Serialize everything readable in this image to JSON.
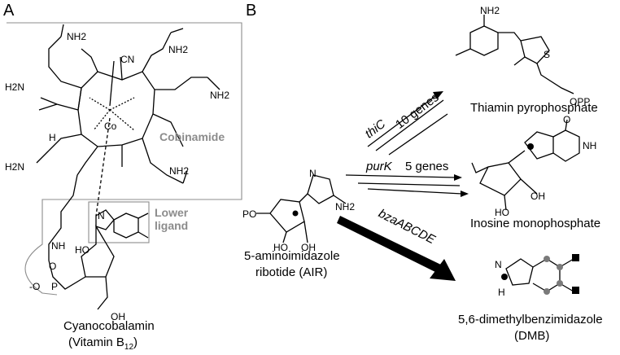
{
  "panels": {
    "a": "A",
    "b": "B"
  },
  "left": {
    "cobinamide_label": "Cobinamide",
    "lower_label_1": "Lower",
    "lower_label_2": "ligand",
    "caption_1": "Cyanocobalamin",
    "caption_2": "(Vitamin B",
    "caption_sub": "12",
    "caption_end": ")",
    "atoms": {
      "nh2": "NH2",
      "cn": "CN",
      "co": "Co",
      "n": "N",
      "h": "H",
      "o": "O",
      "oh": "OH",
      "p": "P",
      "o_minus": "-O",
      "h2n": "H2N",
      "ho": "HO",
      "nh": "NH"
    }
  },
  "right": {
    "air_caption_1": "5-aminoimidazole",
    "air_caption_2": "ribotide (AIR)",
    "thiamin": "Thiamin pyrophosphate",
    "imp": "Inosine monophosphate",
    "dmb_1": "5,6-dimethylbenzimidazole",
    "dmb_2": "(DMB)",
    "arrow_thic_gene": "thiC",
    "arrow_thic_count": "10 genes",
    "arrow_purk_gene": "purK",
    "arrow_purk_count": "5 genes",
    "arrow_bza_gene": "bzaABCDE",
    "atoms": {
      "po": "PO",
      "opp": "OPP",
      "nh2": "NH2",
      "ho": "HO",
      "oh": "OH",
      "o": "O",
      "n": "N",
      "s": "S",
      "nh": "NH",
      "h": "H"
    }
  }
}
